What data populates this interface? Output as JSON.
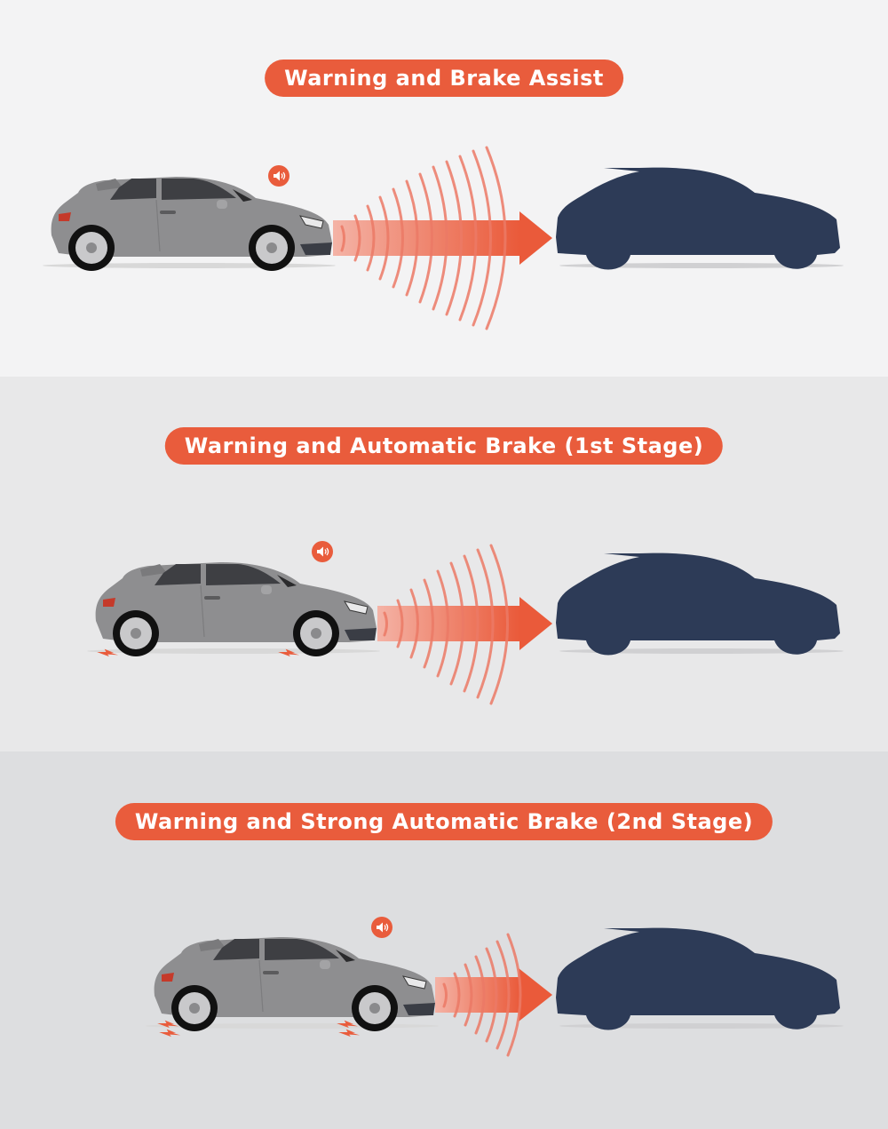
{
  "colors": {
    "accent": "#e95c3c",
    "target_car": "#2d3b57",
    "ego_car": "#8d8d8f",
    "panel_backgrounds": [
      "#f3f3f4",
      "#e8e8e9",
      "#dddee0"
    ]
  },
  "stages": [
    {
      "title": "Warning and Brake Assist",
      "icons": [
        "speaker-warning-icon",
        "radar-wave-icon",
        "arrow-right-icon"
      ],
      "brake_sparks": false
    },
    {
      "title": "Warning and Automatic Brake (1st Stage)",
      "icons": [
        "speaker-warning-icon",
        "radar-wave-icon",
        "arrow-right-icon",
        "brake-spark-icon"
      ],
      "brake_sparks": true
    },
    {
      "title": "Warning and Strong Automatic Brake (2nd Stage)",
      "icons": [
        "speaker-warning-icon",
        "radar-wave-icon",
        "arrow-right-icon",
        "strong-brake-spark-icon"
      ],
      "brake_sparks": true
    }
  ]
}
